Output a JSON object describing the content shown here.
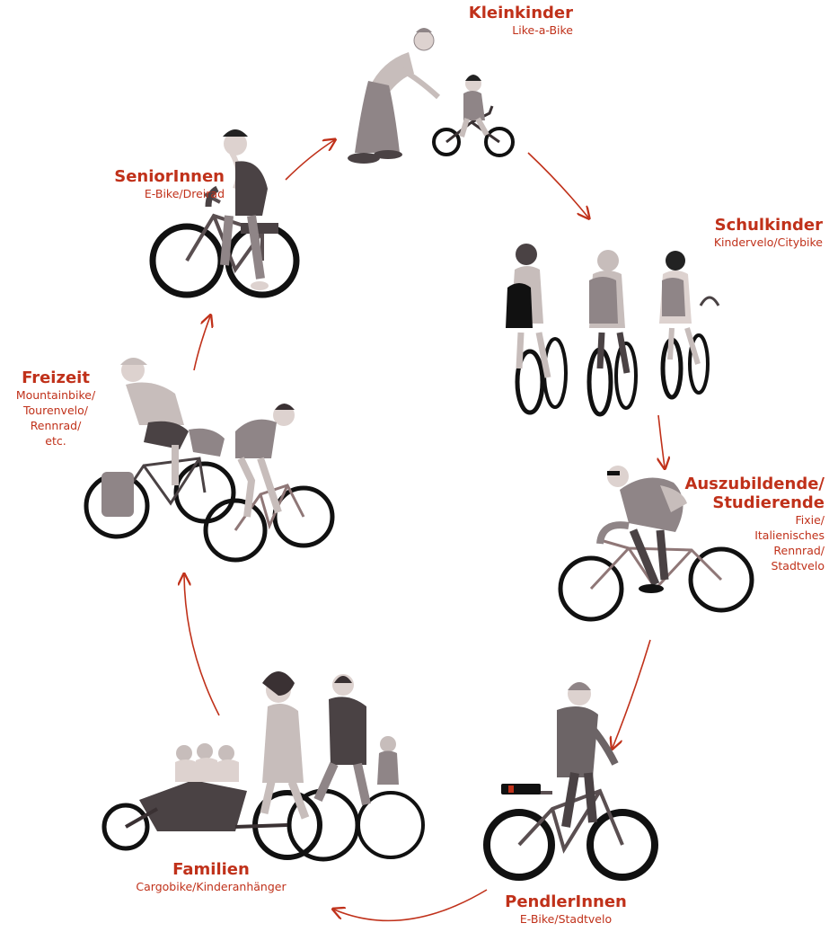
{
  "colors": {
    "accent": "#c0311a",
    "bike": "#3a3133",
    "rim": "#111111",
    "cloth_dark": "#4a4244",
    "cloth_mid": "#8f8587",
    "cloth_light": "#c7bdbb",
    "skin": "#ddd2cf"
  },
  "stages": [
    {
      "key": "kleinkinder",
      "title": "Kleinkinder",
      "lines": [
        "Like-a-Bike"
      ],
      "icon": "balance-bike-child-icon"
    },
    {
      "key": "schulkinder",
      "title": "Schulkinder",
      "lines": [
        "Kindervelo/Citybike"
      ],
      "icon": "school-children-cyclists-icon"
    },
    {
      "key": "studierende",
      "title": "Auszubildende/\nStudierende",
      "lines": [
        "Fixie/",
        "Italienisches",
        "Rennrad/",
        "Stadtvelo"
      ],
      "icon": "student-cyclist-icon"
    },
    {
      "key": "pendler",
      "title": "PendlerInnen",
      "lines": [
        "E-Bike/Stadtvelo"
      ],
      "icon": "commuter-ebike-icon"
    },
    {
      "key": "familien",
      "title": "Familien",
      "lines": [
        "Cargobike/Kinderanhänger"
      ],
      "icon": "family-cargobike-icon"
    },
    {
      "key": "freizeit",
      "title": "Freizeit",
      "lines": [
        "Mountainbike/",
        "Tourenvelo/",
        "Rennrad/",
        "etc."
      ],
      "icon": "leisure-cyclists-icon"
    },
    {
      "key": "senioren",
      "title": "SeniorInnen",
      "lines": [
        "E-Bike/Dreirad"
      ],
      "icon": "senior-tricycle-icon"
    }
  ]
}
